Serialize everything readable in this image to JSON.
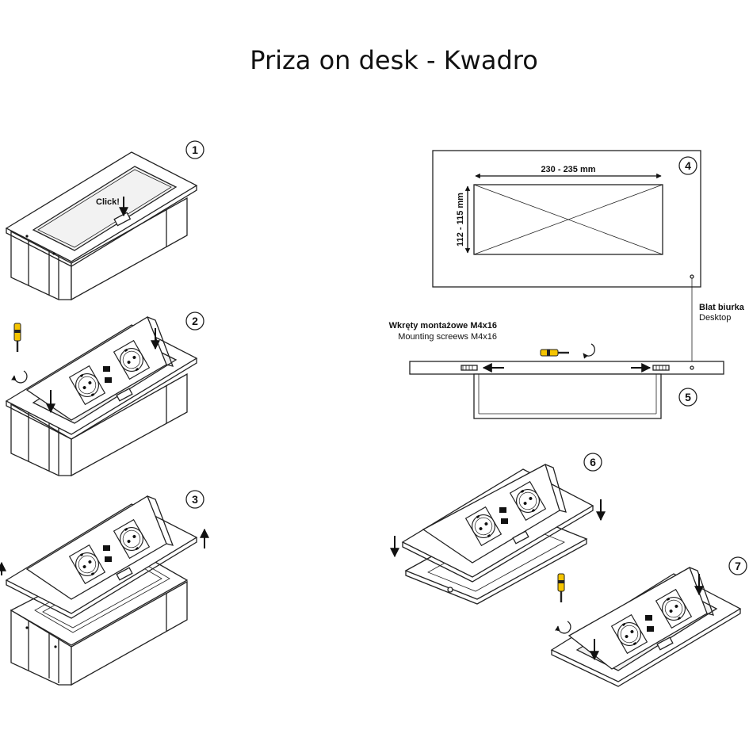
{
  "title": "Priza on desk - Kwadro",
  "steps": [
    "1",
    "2",
    "3",
    "4",
    "5",
    "6",
    "7"
  ],
  "labels": {
    "click": "Click!",
    "cutout_width": "230 - 235 mm",
    "cutout_height": "112 - 115 mm",
    "desktop_pl": "Blat biurka",
    "desktop_en": "Desktop",
    "screws_pl": "Wkręty montażowe M4x16",
    "screws_en": "Mounting screews M4x16"
  },
  "colors": {
    "line": "#222222",
    "screwdriver_handle": "#f5c400"
  }
}
